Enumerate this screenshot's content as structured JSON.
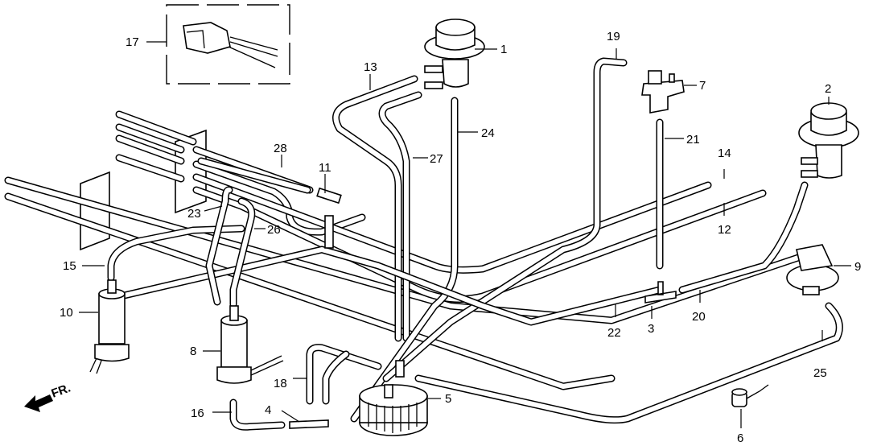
{
  "diagram": {
    "title": "Vacuum hose / tubing layout (exploded parts diagram)",
    "direction_indicator": {
      "label": "FR.",
      "icon": "front-arrow-icon"
    },
    "callouts": [
      {
        "id": "1",
        "label": "1",
        "part": "control valve (diaphragm)"
      },
      {
        "id": "2",
        "label": "2",
        "part": "control valve (diaphragm)"
      },
      {
        "id": "3",
        "label": "3",
        "part": "T-joint"
      },
      {
        "id": "4",
        "label": "4",
        "part": "T-joint"
      },
      {
        "id": "5",
        "label": "5",
        "part": "air filter / canister"
      },
      {
        "id": "6",
        "label": "6",
        "part": "sensor"
      },
      {
        "id": "7",
        "label": "7",
        "part": "solenoid valve"
      },
      {
        "id": "8",
        "label": "8",
        "part": "solenoid valve"
      },
      {
        "id": "9",
        "label": "9",
        "part": "vacuum diaphragm"
      },
      {
        "id": "10",
        "label": "10",
        "part": "solenoid valve"
      },
      {
        "id": "11",
        "label": "11",
        "part": "joint"
      },
      {
        "id": "12",
        "label": "12",
        "part": "tube"
      },
      {
        "id": "13",
        "label": "13",
        "part": "tube"
      },
      {
        "id": "14",
        "label": "14",
        "part": "tube"
      },
      {
        "id": "15",
        "label": "15",
        "part": "tube"
      },
      {
        "id": "16",
        "label": "16",
        "part": "tube"
      },
      {
        "id": "17",
        "label": "17",
        "part": "connector"
      },
      {
        "id": "18",
        "label": "18",
        "part": "tube"
      },
      {
        "id": "19",
        "label": "19",
        "part": "tube"
      },
      {
        "id": "20",
        "label": "20",
        "part": "tube"
      },
      {
        "id": "21",
        "label": "21",
        "part": "tube"
      },
      {
        "id": "22",
        "label": "22",
        "part": "tube"
      },
      {
        "id": "23",
        "label": "23",
        "part": "tube"
      },
      {
        "id": "24",
        "label": "24",
        "part": "tube"
      },
      {
        "id": "25",
        "label": "25",
        "part": "tube"
      },
      {
        "id": "26",
        "label": "26",
        "part": "tube"
      },
      {
        "id": "27",
        "label": "27",
        "part": "tube"
      },
      {
        "id": "28",
        "label": "28",
        "part": "tube"
      }
    ]
  }
}
